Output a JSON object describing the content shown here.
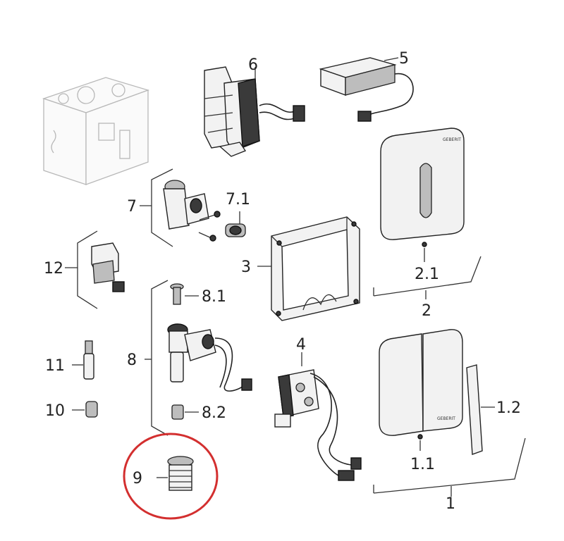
{
  "labels": {
    "l1": "1",
    "l1_1": "1.1",
    "l1_2": "1.2",
    "l2": "2",
    "l2_1": "2.1",
    "l3": "3",
    "l4": "4",
    "l5": "5",
    "l6": "6",
    "l7": "7",
    "l7_1": "7.1",
    "l8": "8",
    "l8_1": "8.1",
    "l8_2": "8.2",
    "l9": "9",
    "l10": "10",
    "l11": "11",
    "l12": "12"
  },
  "brand": {
    "text": "GEBERIT"
  },
  "colors": {
    "highlight": "#d32f2f",
    "line": "#222222"
  }
}
